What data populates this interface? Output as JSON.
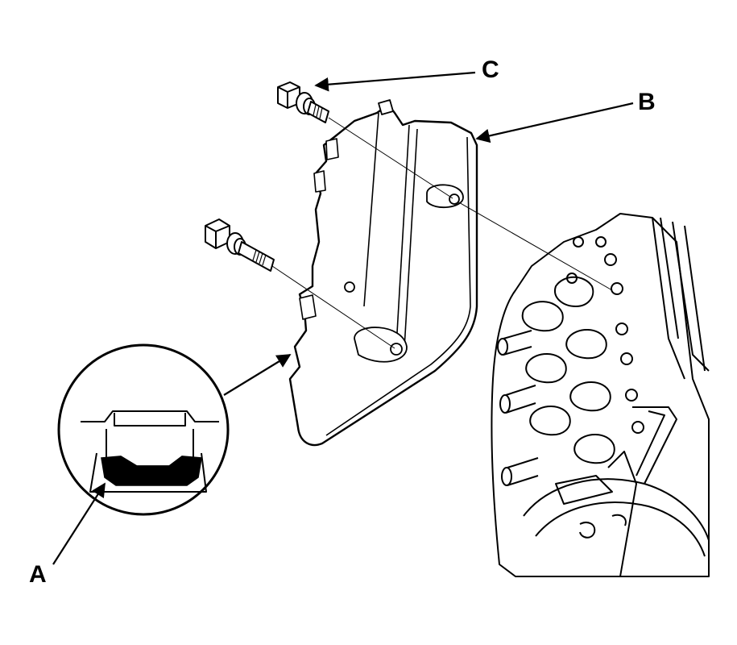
{
  "labels": {
    "a": "A",
    "b": "B",
    "c": "C"
  },
  "parts": {
    "a": "seal-in-detail-view",
    "b": "cover",
    "c": "bolt"
  },
  "colors": {
    "ink": "#000000",
    "paper": "#ffffff"
  }
}
